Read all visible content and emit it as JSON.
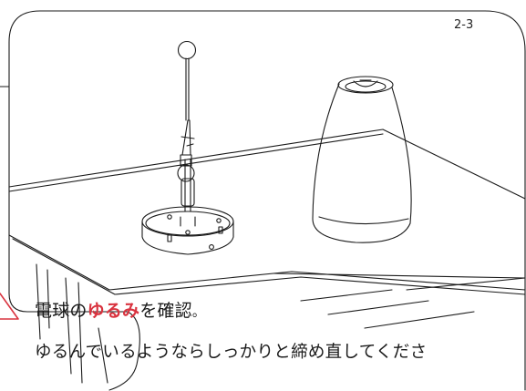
{
  "step": "2-3",
  "caption": {
    "prefix": "電球の",
    "highlight": "ゆるみ",
    "suffix": "を確認",
    "period": "。"
  },
  "subcaption": "ゆるんでいるようならしっかりと締め直してくださ",
  "colors": {
    "accent": "#d9333f",
    "line": "#1a1a1a",
    "text": "#1a1a1a"
  }
}
